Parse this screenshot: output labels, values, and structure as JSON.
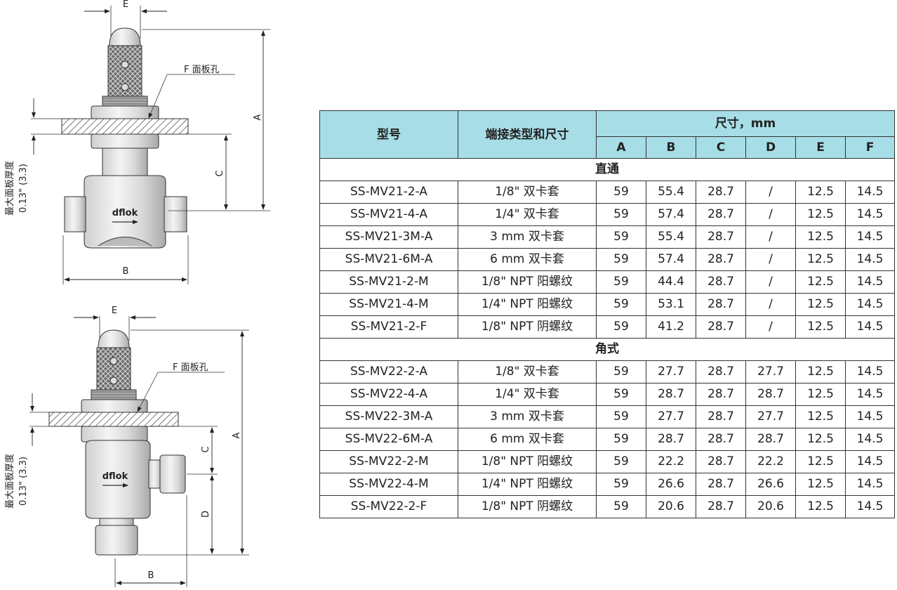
{
  "drawing": {
    "dim_e": "E",
    "dim_a": "A",
    "dim_b": "B",
    "dim_c": "C",
    "dim_d": "D",
    "panel_hole_label": "F 面板孔",
    "max_panel_thickness_label": "最大面板厚度",
    "max_panel_thickness_value": "0.13\" (3.3)",
    "brand": "dflok"
  },
  "table": {
    "col_model": "型号",
    "col_end": "端接类型和尺寸",
    "col_dims": "尺寸，mm",
    "dim_cols": [
      "A",
      "B",
      "C",
      "D",
      "E",
      "F"
    ],
    "sections": [
      {
        "name": "直通",
        "rows": [
          [
            "SS-MV21-2-A",
            "1/8\" 双卡套",
            "59",
            "55.4",
            "28.7",
            "/",
            "12.5",
            "14.5"
          ],
          [
            "SS-MV21-4-A",
            "1/4\" 双卡套",
            "59",
            "57.4",
            "28.7",
            "/",
            "12.5",
            "14.5"
          ],
          [
            "SS-MV21-3M-A",
            "3 mm 双卡套",
            "59",
            "55.4",
            "28.7",
            "/",
            "12.5",
            "14.5"
          ],
          [
            "SS-MV21-6M-A",
            "6 mm 双卡套",
            "59",
            "57.4",
            "28.7",
            "/",
            "12.5",
            "14.5"
          ],
          [
            "SS-MV21-2-M",
            "1/8\" NPT 阳螺纹",
            "59",
            "44.4",
            "28.7",
            "/",
            "12.5",
            "14.5"
          ],
          [
            "SS-MV21-4-M",
            "1/4\" NPT 阳螺纹",
            "59",
            "53.1",
            "28.7",
            "/",
            "12.5",
            "14.5"
          ],
          [
            "SS-MV21-2-F",
            "1/8\" NPT 阴螺纹",
            "59",
            "41.2",
            "28.7",
            "/",
            "12.5",
            "14.5"
          ]
        ]
      },
      {
        "name": "角式",
        "rows": [
          [
            "SS-MV22-2-A",
            "1/8\" 双卡套",
            "59",
            "27.7",
            "28.7",
            "27.7",
            "12.5",
            "14.5"
          ],
          [
            "SS-MV22-4-A",
            "1/4\" 双卡套",
            "59",
            "28.7",
            "28.7",
            "28.7",
            "12.5",
            "14.5"
          ],
          [
            "SS-MV22-3M-A",
            "3 mm 双卡套",
            "59",
            "27.7",
            "28.7",
            "27.7",
            "12.5",
            "14.5"
          ],
          [
            "SS-MV22-6M-A",
            "6 mm 双卡套",
            "59",
            "28.7",
            "28.7",
            "28.7",
            "12.5",
            "14.5"
          ],
          [
            "SS-MV22-2-M",
            "1/8\" NPT 阳螺纹",
            "59",
            "22.2",
            "28.7",
            "22.2",
            "12.5",
            "14.5"
          ],
          [
            "SS-MV22-4-M",
            "1/4\" NPT 阳螺纹",
            "59",
            "26.6",
            "28.7",
            "26.6",
            "12.5",
            "14.5"
          ],
          [
            "SS-MV22-2-F",
            "1/8\" NPT 阴螺纹",
            "59",
            "20.6",
            "28.7",
            "20.6",
            "12.5",
            "14.5"
          ]
        ]
      }
    ]
  }
}
